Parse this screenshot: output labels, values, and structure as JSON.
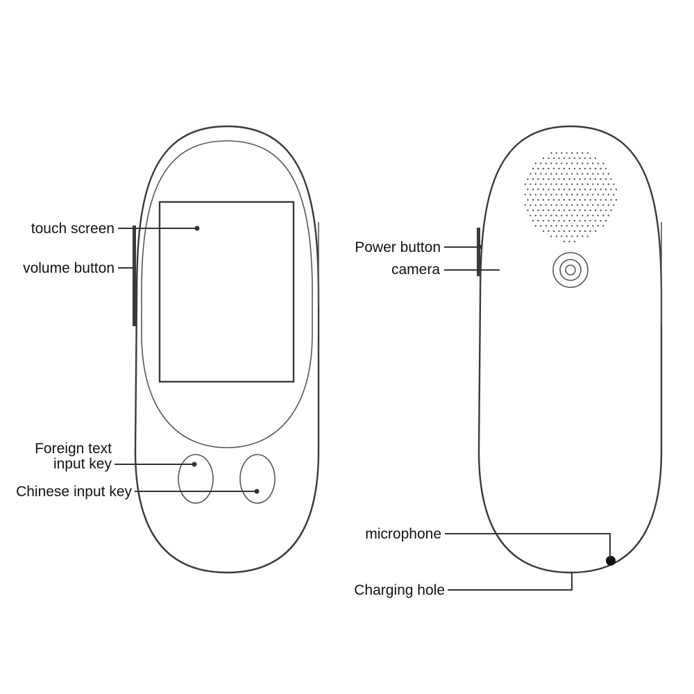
{
  "labels": {
    "touch_screen": "touch screen",
    "volume_button": "volume button",
    "foreign_text_line1": "Foreign text",
    "foreign_text_line2": "input key",
    "chinese_input_key": "Chinese input key",
    "power_button": "Power button",
    "camera": "camera",
    "microphone": "microphone",
    "charging_hole": "Charging hole"
  },
  "colors": {
    "line": "#3a3a3a",
    "text": "#111111",
    "background": "#ffffff"
  }
}
